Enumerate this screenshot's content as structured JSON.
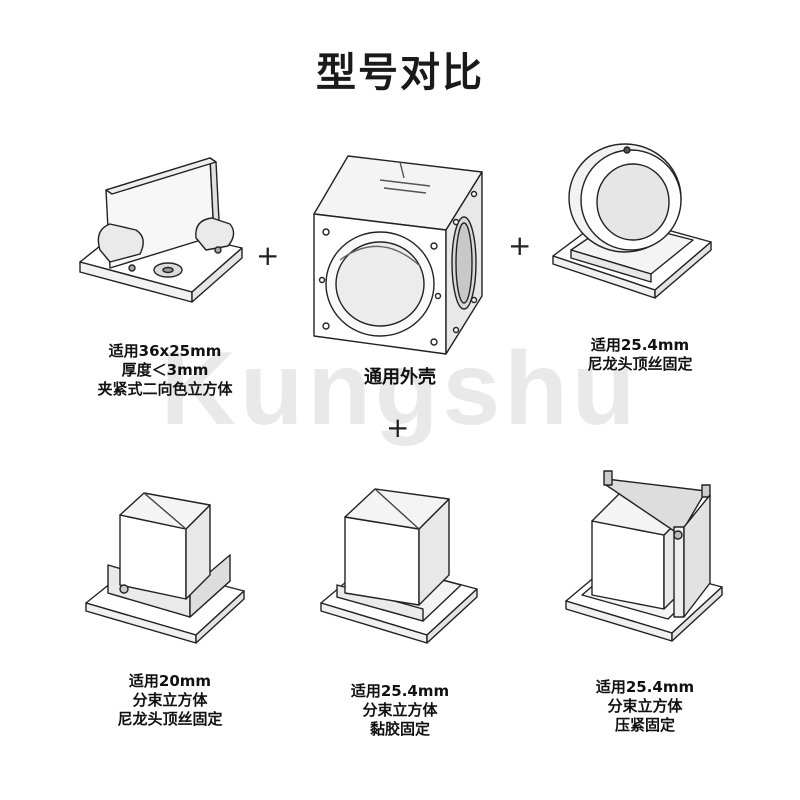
{
  "title": "型号对比",
  "watermark": "Kungshu",
  "center_label": "通用外壳",
  "plus_signs": [
    "+",
    "+",
    "+"
  ],
  "products": [
    {
      "lines": [
        "适用36x25mm",
        "厚度＜3mm",
        "夹紧式二向色立方体"
      ]
    },
    {
      "lines": [
        "适用25.4mm",
        "尼龙头顶丝固定"
      ]
    },
    {
      "lines": [
        "适用20mm",
        "分束立方体",
        "尼龙头顶丝固定"
      ]
    },
    {
      "lines": [
        "适用25.4mm",
        "分束立方体",
        "黏胶固定"
      ]
    },
    {
      "lines": [
        "适用25.4mm",
        "分束立方体",
        "压紧固定"
      ]
    }
  ]
}
